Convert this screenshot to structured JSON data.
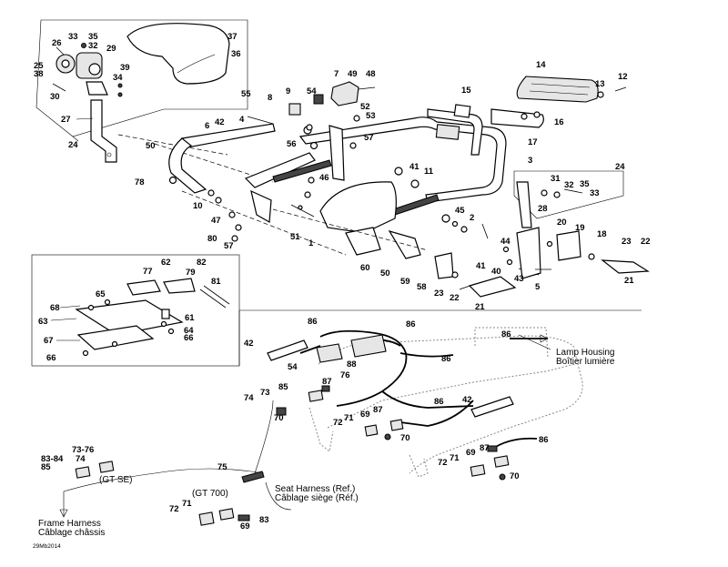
{
  "diagram": {
    "callouts": {
      "c33": "33",
      "c35": "35",
      "c26": "26",
      "c29": "29",
      "c32": "32",
      "c25": "25",
      "c38": "38",
      "c39": "39",
      "c30": "30",
      "c34": "34",
      "c37": "37",
      "c36": "36",
      "c27": "27",
      "c24a": "24",
      "c50a": "50",
      "c78": "78",
      "c7": "7",
      "c49": "49",
      "c48": "48",
      "c9": "9",
      "c54a": "54",
      "c8": "8",
      "c55": "55",
      "c42a": "42",
      "c6": "6",
      "c4": "4",
      "c52": "52",
      "c53": "53",
      "c56": "56",
      "c57a": "57",
      "c14": "14",
      "c12": "12",
      "c13": "13",
      "c15": "15",
      "c16": "16",
      "c17": "17",
      "c3": "3",
      "c46": "46",
      "c41a": "41",
      "c11": "11",
      "c10": "10",
      "c47": "47",
      "c80": "80",
      "c57b": "57",
      "c45": "45",
      "c2": "2",
      "c51": "51",
      "c1": "1",
      "c60": "60",
      "c50b": "50",
      "c59": "59",
      "c58": "58",
      "c23a": "23",
      "c22a": "22",
      "c21a": "21",
      "c24b": "24",
      "c31": "31",
      "c32b": "32",
      "c35b": "35",
      "c33b": "33",
      "c28": "28",
      "c44": "44",
      "c20": "20",
      "c19": "19",
      "c18": "18",
      "c23b": "23",
      "c22b": "22",
      "c41b": "41",
      "c40": "40",
      "c43": "43",
      "c5": "5",
      "c21b": "21",
      "c77": "77",
      "c62": "62",
      "c79": "79",
      "c82": "82",
      "c65": "65",
      "c81": "81",
      "c68": "68",
      "c63": "63",
      "c61": "61",
      "c64": "64",
      "c67": "67",
      "c66a": "66",
      "c66b": "66",
      "c86a": "86",
      "c86b": "86",
      "c86c": "86",
      "c86d": "86",
      "c86e": "86",
      "c86f": "86",
      "c42b": "42",
      "c54b": "54",
      "c88": "88",
      "c76": "76",
      "c87a": "87",
      "c85a": "85",
      "c74a": "74",
      "c73a": "73",
      "c70a": "70",
      "c72a": "72",
      "c71a": "71",
      "c69a": "69",
      "c87b": "87",
      "c70b": "70",
      "c42c": "42",
      "c87c": "87",
      "c69b": "69",
      "c71b": "71",
      "c72b": "72",
      "c70c": "70",
      "c75": "75",
      "c7376": "73-76",
      "c8384": "83-84",
      "c74b": "74",
      "c85b": "85",
      "c72c": "72",
      "c71c": "71",
      "c69c": "69",
      "c83": "83"
    },
    "labels": {
      "gt_se": "(GT SE)",
      "gt_700": "(GT 700)",
      "lamp_housing_en": "Lamp Housing",
      "lamp_housing_fr": "Boîtier lumière",
      "seat_harness_en": "Seat Harness (Ref.)",
      "seat_harness_fr": "Câblage siège (Réf.)",
      "frame_harness_en": "Frame Harness",
      "frame_harness_fr": "Câblage châssis",
      "drawing_code": "29Mb2014"
    }
  }
}
